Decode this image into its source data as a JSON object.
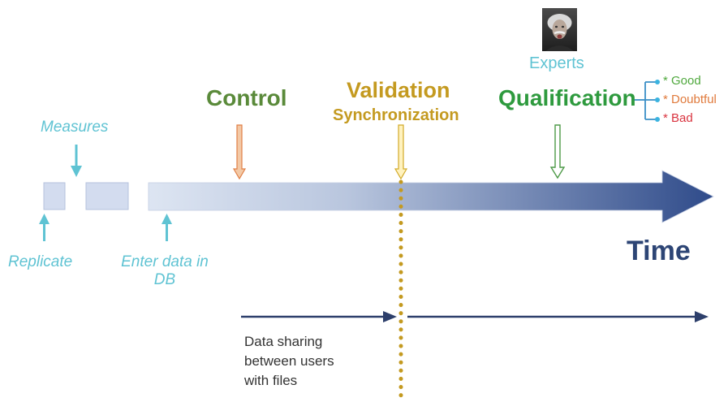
{
  "labels": {
    "measures": "Measures",
    "replicate": "Replicate",
    "enter_data": [
      "Enter data in",
      "DB"
    ],
    "control": "Control",
    "validation": "Validation",
    "synchronization": "Synchronization",
    "qualification": "Qualification",
    "experts": "Experts",
    "time": "Time",
    "data_sharing": [
      "Data sharing",
      "between users",
      "with files"
    ]
  },
  "qualification_levels": [
    {
      "text": "* Good",
      "color": "#4fa83d"
    },
    {
      "text": "* Doubtful",
      "color": "#e07a3c"
    },
    {
      "text": "* Bad",
      "color": "#d9333f"
    }
  ],
  "colors": {
    "control": "#5a8a3a",
    "validation": "#c49a20",
    "qualification": "#2e9a3e",
    "cyan": "#5fc3d3",
    "time": "#2d4575",
    "timeline_end": "#2f4b8a",
    "dotted_line": "#c49a20",
    "sharing_arrow": "#2d3f6b"
  },
  "icons": {
    "expert_portrait": "expert-portrait-icon"
  }
}
